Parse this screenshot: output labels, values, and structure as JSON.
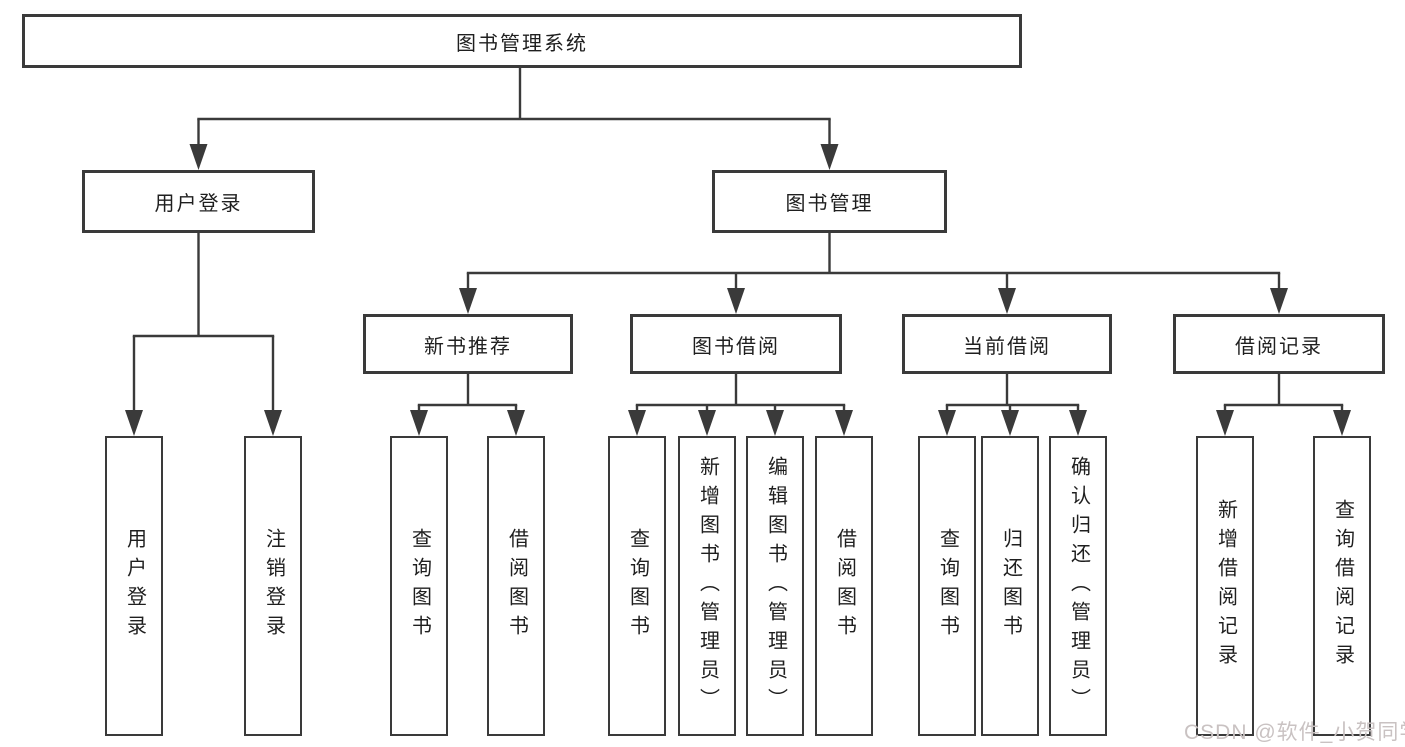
{
  "diagram": {
    "root": {
      "label": "图书管理系统",
      "children": [
        {
          "label": "用户登录",
          "children": [
            {
              "label": "用户登录"
            },
            {
              "label": "注销登录"
            }
          ]
        },
        {
          "label": "图书管理",
          "children": [
            {
              "label": "新书推荐",
              "children": [
                {
                  "label": "查询图书"
                },
                {
                  "label": "借阅图书"
                }
              ]
            },
            {
              "label": "图书借阅",
              "children": [
                {
                  "label": "查询图书"
                },
                {
                  "label": "新增图书（管理员）"
                },
                {
                  "label": "编辑图书（管理员）"
                },
                {
                  "label": "借阅图书"
                }
              ]
            },
            {
              "label": "当前借阅",
              "children": [
                {
                  "label": "查询图书"
                },
                {
                  "label": "归还图书"
                },
                {
                  "label": "确认归还（管理员）"
                }
              ]
            },
            {
              "label": "借阅记录",
              "children": [
                {
                  "label": "新增借阅记录"
                },
                {
                  "label": "查询借阅记录"
                }
              ]
            }
          ]
        }
      ]
    },
    "colors": {
      "line": "#3a3a3a",
      "box_border": "#3a3a3a",
      "text": "#1f1f1f",
      "background": "#ffffff"
    }
  },
  "watermark": {
    "text": "CSDN @软件_小贺同学",
    "color": "#c9c2c2"
  }
}
